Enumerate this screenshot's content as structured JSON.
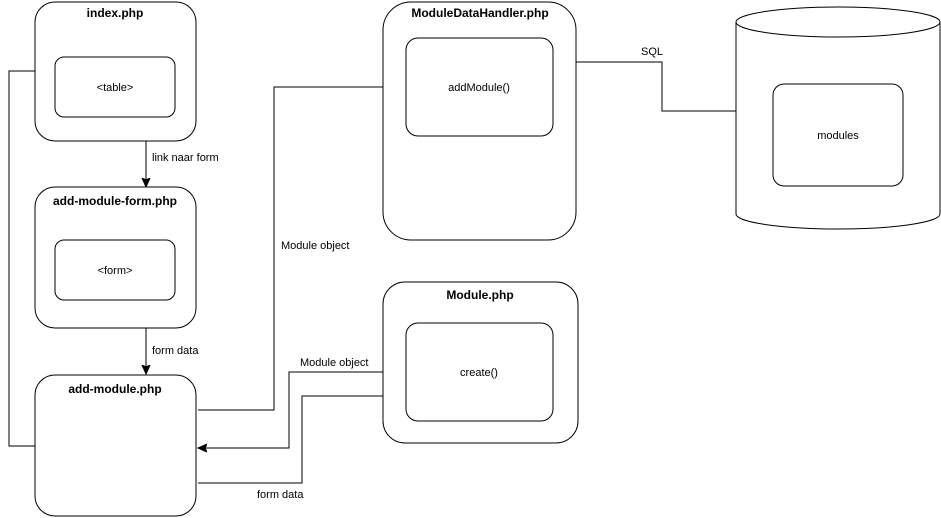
{
  "nodes": {
    "index": {
      "title": "index.php",
      "inner": "<table>"
    },
    "add_module_form": {
      "title": "add-module-form.php",
      "inner": "<form>"
    },
    "add_module": {
      "title": "add-module.php"
    },
    "module_data_handler": {
      "title": "ModuleDataHandler.php",
      "inner": "addModule()"
    },
    "module": {
      "title": "Module.php",
      "inner": "create()"
    },
    "database": {
      "inner": "modules"
    }
  },
  "edges": {
    "index_to_form": "link naar form",
    "form_to_add": "form data",
    "add_to_handler": "Module object",
    "handler_to_db": "SQL",
    "module_to_add": "Module object",
    "add_to_module": "form data"
  },
  "colors": {
    "stroke": "#000000",
    "fill": "#ffffff"
  }
}
